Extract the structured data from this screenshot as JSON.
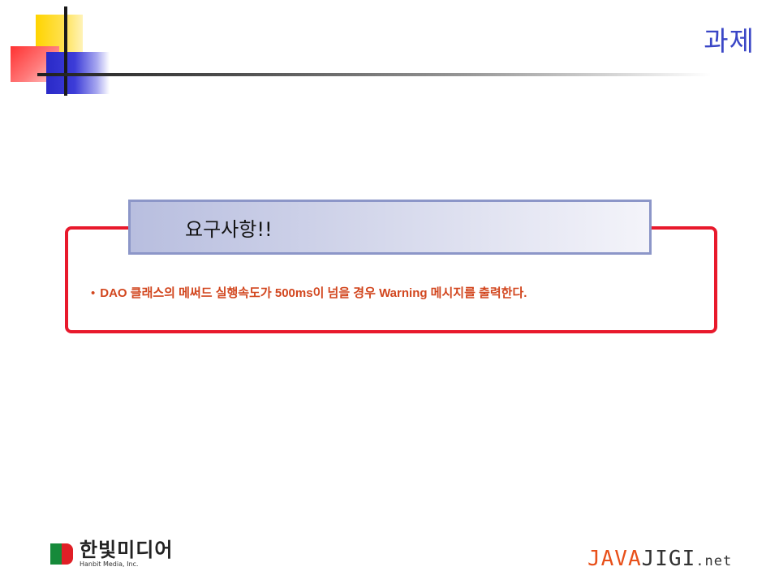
{
  "slide": {
    "title": "과제"
  },
  "requirements": {
    "header": "요구사항!!",
    "bullet_marker": "•",
    "items": [
      "DAO 클래스의 메써드 실행속도가 500ms이 넘을 경우 Warning 메시지를 출력한다."
    ]
  },
  "footer": {
    "publisher_name": "한빛미디어",
    "publisher_sub": "Hanbit Media, Inc.",
    "site_java": "JAVA",
    "site_jigi": "JIGI",
    "site_net": ".net"
  },
  "colors": {
    "title": "#3a46c6",
    "box_border": "#e8192c",
    "bullet_text": "#d2461e"
  }
}
